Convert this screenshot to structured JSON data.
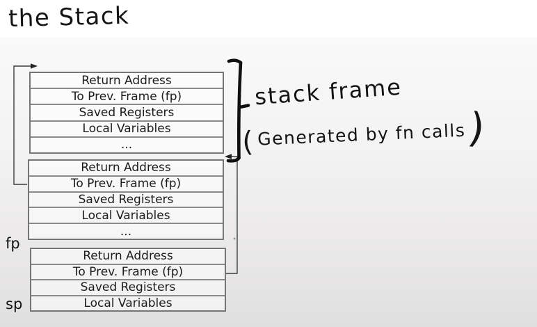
{
  "title": "the Stack",
  "frames": [
    {
      "rows": [
        "Return Address",
        "To Prev. Frame (fp)",
        "Saved Registers",
        "Local Variables",
        "..."
      ]
    },
    {
      "rows": [
        "Return Address",
        "To Prev. Frame (fp)",
        "Saved Registers",
        "Local Variables",
        "..."
      ]
    },
    {
      "rows": [
        "Return Address",
        "To Prev. Frame (fp)",
        "Saved Registers",
        "Local Variables"
      ]
    }
  ],
  "pointers": {
    "fp": "fp",
    "sp": "sp"
  },
  "annotation": {
    "line1": "stack frame",
    "open_paren": "(",
    "line2": "Generated by fn calls",
    "close_paren": ")"
  },
  "colors": {
    "ink": "#141414",
    "box_border": "#767676",
    "row_divider": "#8a8a8a",
    "connector": "#3c3c3c",
    "background_top": "#ffffff",
    "background_bottom": "#e0dfdf"
  }
}
